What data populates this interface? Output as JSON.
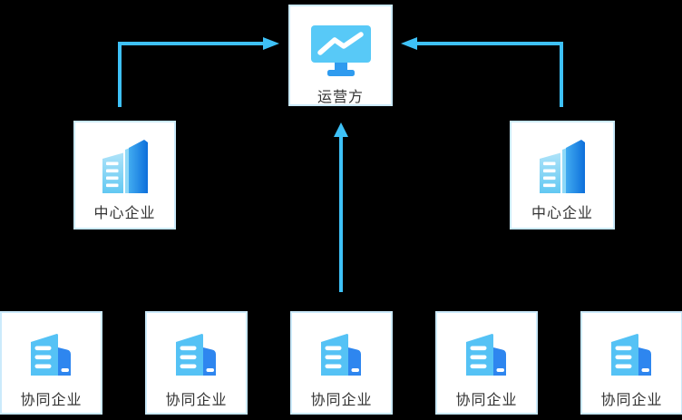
{
  "diagram": {
    "background": "#000000",
    "arrow_color": "#3EC1F7",
    "node_bg": "#FFFFFF",
    "node_border": "#CBEAFB",
    "label_color": "#333333"
  },
  "icon_colors": {
    "monitor_screen": "#58C9F7",
    "monitor_stand": "#2F9BEF",
    "building_front_light": "#AEE3F9",
    "building_front_deep": "#62C8F2",
    "building_tower_light": "#41ABF0",
    "building_tower_dark": "#0D6FDB",
    "collab_main": "#55C2F5",
    "collab_side": "#2E86EF"
  },
  "nodes": {
    "operator": {
      "label": "运营方",
      "icon": "monitor-chart-icon"
    },
    "center_left": {
      "label": "中心企业",
      "icon": "office-buildings-icon"
    },
    "center_right": {
      "label": "中心企业",
      "icon": "office-buildings-icon"
    },
    "collab": [
      {
        "label": "协同企业"
      },
      {
        "label": "协同企业"
      },
      {
        "label": "协同企业"
      },
      {
        "label": "协同企业"
      },
      {
        "label": "协同企业"
      }
    ]
  },
  "edges": [
    {
      "from": "center-enterprise-left",
      "to": "operator",
      "shape": "up-then-right"
    },
    {
      "from": "center-enterprise-right",
      "to": "operator",
      "shape": "up-then-left"
    },
    {
      "from": "collab-enterprise-3",
      "to": "operator",
      "shape": "straight-up"
    }
  ]
}
